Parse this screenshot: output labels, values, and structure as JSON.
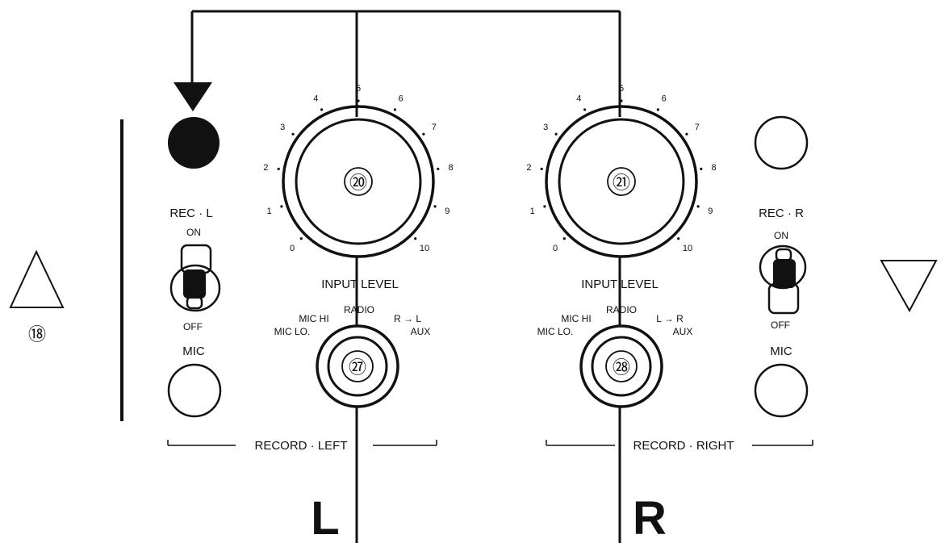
{
  "panel": {
    "indicator_18": "⑱",
    "left": {
      "rec_label": "REC · L",
      "on_label": "ON",
      "off_label": "OFF",
      "mic_label": "MIC",
      "knob_input_number": "⑳",
      "knob_selector_number": "㉗",
      "input_level_label": "INPUT LEVEL",
      "selector_labels": {
        "mic_hi": "MIC HI",
        "mic_lo": "MIC LO.",
        "radio": "RADIO",
        "route": "R → L",
        "aux": "AUX"
      },
      "section_label": "RECORD · LEFT",
      "channel_letter": "L",
      "scale": [
        "0",
        "1",
        "2",
        "3",
        "4",
        "5",
        "6",
        "7",
        "8",
        "9",
        "10"
      ]
    },
    "right": {
      "rec_label": "REC · R",
      "on_label": "ON",
      "off_label": "OFF",
      "mic_label": "MIC",
      "knob_input_number": "㉑",
      "knob_selector_number": "㉘",
      "input_level_label": "INPUT LEVEL",
      "selector_labels": {
        "mic_hi": "MIC HI",
        "mic_lo": "MIC LO.",
        "radio": "RADIO",
        "route": "L → R",
        "aux": "AUX"
      },
      "section_label": "RECORD · RIGHT",
      "channel_letter": "R",
      "scale": [
        "0",
        "1",
        "2",
        "3",
        "4",
        "5",
        "6",
        "7",
        "8",
        "9",
        "10"
      ]
    }
  }
}
